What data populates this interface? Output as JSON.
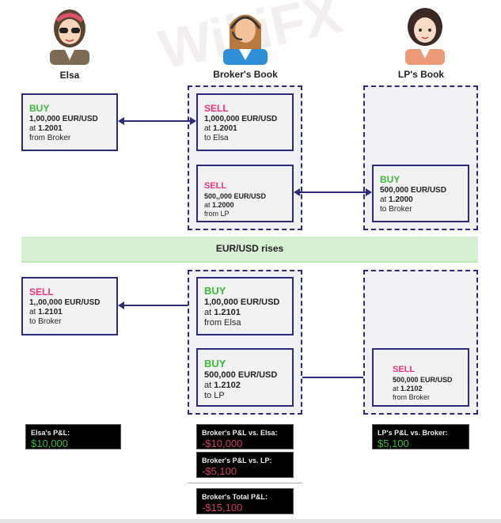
{
  "watermark": "WikiFX",
  "columns": {
    "elsa": "Elsa",
    "broker": "Broker's Book",
    "lp": "LP's Book"
  },
  "phase1": {
    "elsa": {
      "side": "BUY",
      "qty": "1,00,000 EUR/USD",
      "at": "at",
      "price": "1.2001",
      "party": "from Broker"
    },
    "broker1": {
      "side": "SELL",
      "qty": "1,000,000 EUR/USD",
      "at": "at",
      "price": "1.2001",
      "party": "to Elsa"
    },
    "broker2": {
      "side": "SELL",
      "qty": "500,,000 EUR/USD",
      "at": "at",
      "price": "1.2000",
      "party": "from LP"
    },
    "lp": {
      "side": "BUY",
      "qty": "500,000 EUR/USD",
      "at": "at",
      "price": "1.2000",
      "party": "to Broker"
    }
  },
  "event": "EUR/USD rises",
  "phase2": {
    "elsa": {
      "side": "SELL",
      "qty": "1,,00,000 EUR/USD",
      "at": "at",
      "price": "1.2101",
      "party": "to Broker"
    },
    "broker1": {
      "side": "BUY",
      "qty": "1,00,000 EUR/USD",
      "at": "at",
      "price": "1.2101",
      "party": "from Elsa"
    },
    "broker2": {
      "side": "BUY",
      "qty": "500,000 EUR/USD",
      "at": "at",
      "price": "1.2102",
      "party": "to LP"
    },
    "lp": {
      "side": "SELL",
      "qty": "500,000 EUR/USD",
      "at": "at",
      "price": "1.2102",
      "party": "from Broker"
    }
  },
  "pnl": {
    "elsa": {
      "label": "Elsa's P&L:",
      "value": "$10,000"
    },
    "broker_vs_elsa": {
      "label": "Broker's P&L vs. Elsa:",
      "value": "-$10,000"
    },
    "broker_vs_lp": {
      "label": "Broker's P&L vs. LP:",
      "value": "-$5,100"
    },
    "broker_total": {
      "label": "Broker's Total P&L:",
      "value": "-$15,100"
    },
    "lp": {
      "label": "LP's P&L vs. Broker:",
      "value": "$5,100"
    }
  },
  "colors": {
    "buy": "#3dbb3a",
    "sell": "#e8357a",
    "border": "#2e2a7a",
    "band": "#d7efd3"
  }
}
